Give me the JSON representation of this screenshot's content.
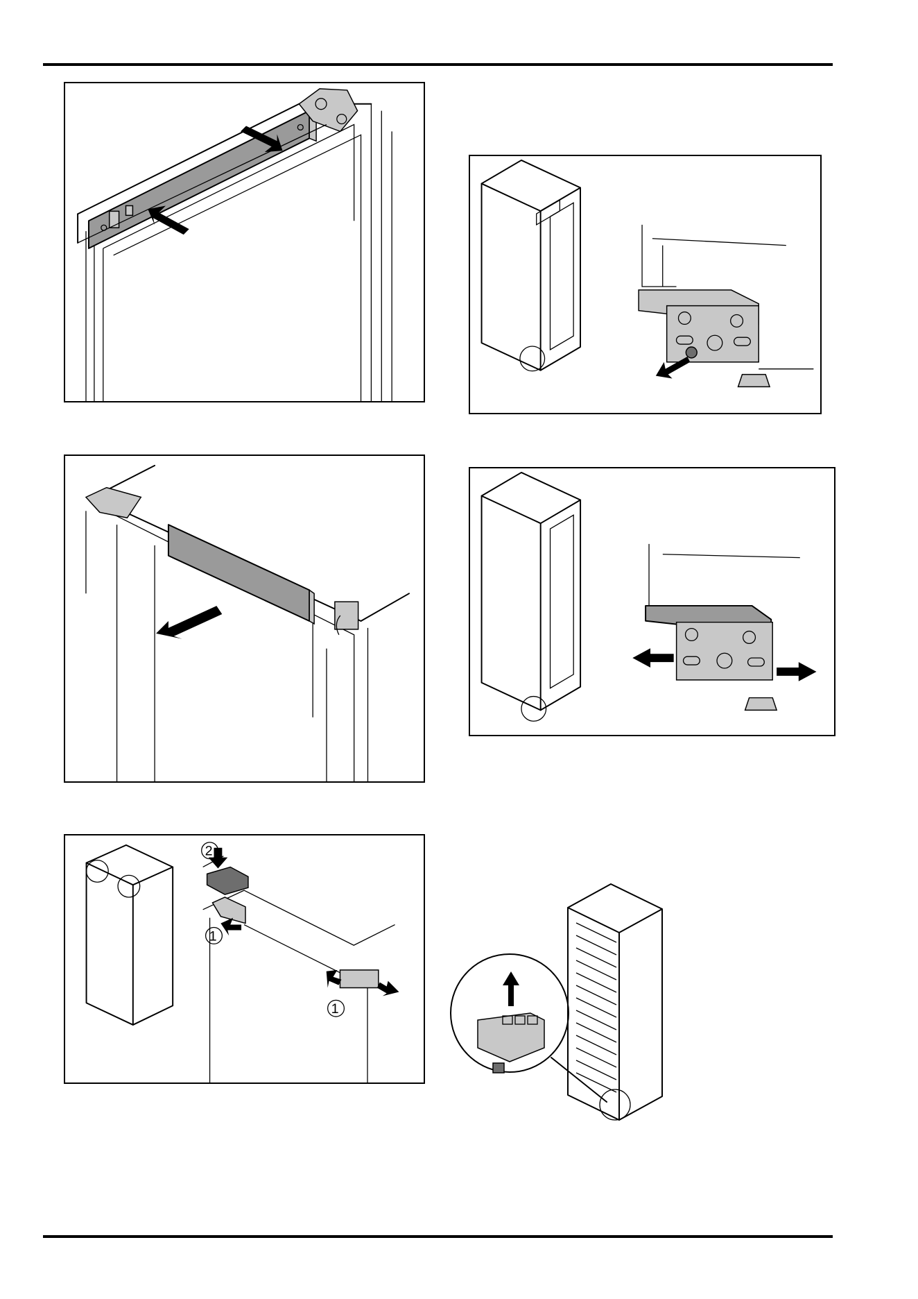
{
  "callouts": {
    "step_1_left": "1",
    "step_1_right": "1",
    "step_2": "2"
  },
  "footer": {
    "crop_text": ""
  }
}
